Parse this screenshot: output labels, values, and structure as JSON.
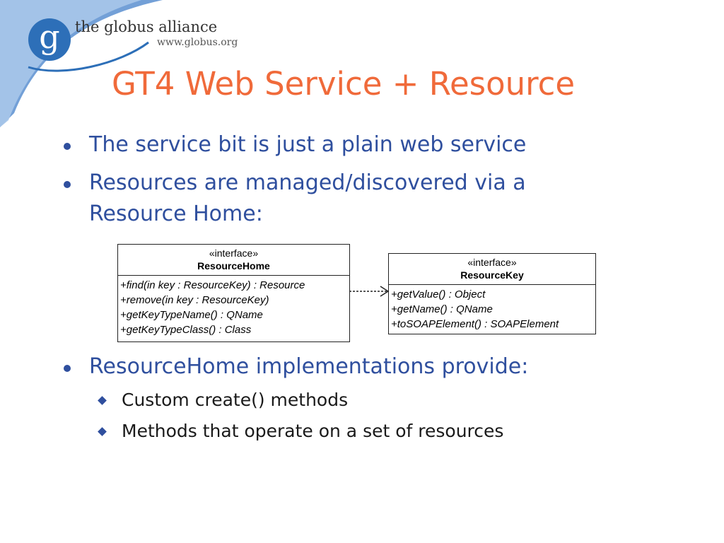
{
  "logo": {
    "name": "the globus alliance",
    "url": "www.globus.org",
    "letter": "g",
    "icon": "globus-logo",
    "color": "#2d6fb8"
  },
  "title": "GT4 Web Service + Resource",
  "title_color": "#f06a3a",
  "bullets": [
    {
      "text": "The service bit is just a plain web service"
    },
    {
      "text": "Resources are managed/discovered via a",
      "text2": "Resource Home:"
    },
    {
      "text": "ResourceHome implementations provide:",
      "subitems": [
        "Custom create() methods",
        "Methods that operate on a set of resources"
      ]
    }
  ],
  "diagram": {
    "resource_home": {
      "stereotype": "«interface»",
      "name": "ResourceHome",
      "operations": [
        "+find(in key : ResourceKey) : Resource",
        "+remove(in key : ResourceKey)",
        "+getKeyTypeName() : QName",
        "+getKeyTypeClass() : Class"
      ]
    },
    "resource_key": {
      "stereotype": "«interface»",
      "name": "ResourceKey",
      "operations": [
        "+getValue() : Object",
        "+getName() : QName",
        "+toSOAPElement() : SOAPElement"
      ]
    },
    "relation": "dependency"
  }
}
